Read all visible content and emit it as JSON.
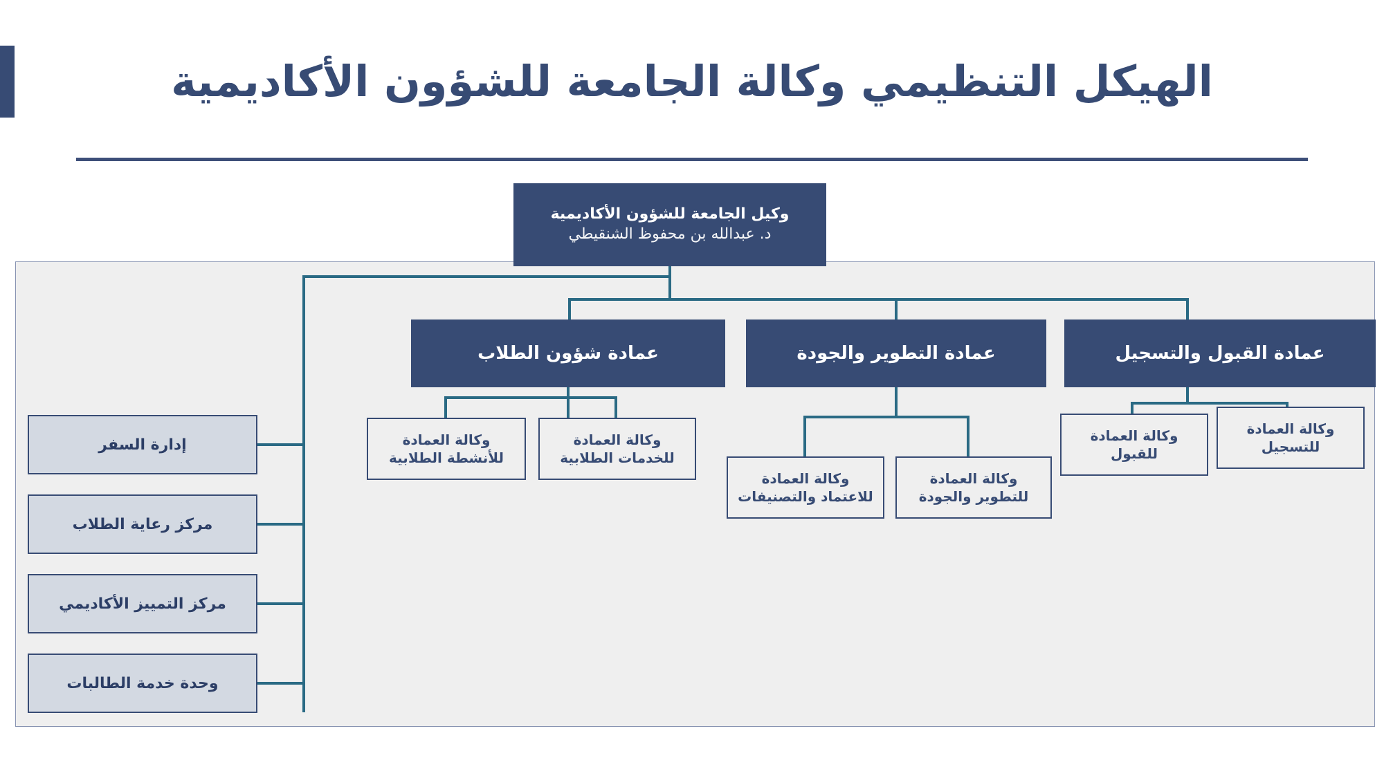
{
  "header": {
    "title": "الهيكل التنظيمي وكالة الجامعة للشؤون الأكاديمية",
    "accent_color": "#374B74",
    "rule_color": "#3D4F79"
  },
  "colors": {
    "dark_navy": "#374B74",
    "light_grey_box": "#D3D9E2",
    "panel_bg": "#EFEFEF",
    "connector_teal": "#2A6A84",
    "text_navy": "#2C3E66"
  },
  "chart_data": {
    "type": "diagram",
    "title": "الهيكل التنظيمي وكالة الجامعة للشؤون الأكاديمية",
    "root": {
      "title": "وكيل الجامعة للشؤون الأكاديمية",
      "person": "د. عبدالله بن محفوظ الشنقيطي"
    },
    "deanships": [
      {
        "label": "عمادة شؤون الطلاب",
        "children": [
          "وكالة العمادة للأنشطة الطلابية",
          "وكالة العمادة للخدمات الطلابية"
        ]
      },
      {
        "label": "عمادة التطوير والجودة",
        "children": [
          "وكالة العمادة للاعتماد والتصنيفات",
          "وكالة العمادة للتطوير والجودة"
        ]
      },
      {
        "label": "عمادة القبول والتسجيل",
        "children": [
          "وكالة العمادة للقبول",
          "وكالة العمادة للتسجيل"
        ]
      }
    ],
    "direct_units": [
      "إدارة السفر",
      "مركز رعاية الطلاب",
      "مركز التمييز الأكاديمي",
      "وحدة خدمة الطالبات"
    ]
  },
  "org": {
    "root_title": "وكيل الجامعة للشؤون الأكاديمية",
    "root_person": "د. عبدالله بن محفوظ الشنقيطي",
    "dean_students": "عمادة شؤون الطلاب",
    "dean_quality": "عمادة التطوير والجودة",
    "dean_admission": "عمادة القبول والتسجيل",
    "sub_activities": "وكالة العمادة للأنشطة الطلابية",
    "sub_services": "وكالة العمادة للخدمات الطلابية",
    "sub_accredit": "وكالة العمادة للاعتماد والتصنيفات",
    "sub_devquality": "وكالة العمادة للتطوير والجودة",
    "sub_admit": "وكالة العمادة للقبول",
    "sub_register": "وكالة العمادة للتسجيل",
    "unit_travel": "إدارة السفر",
    "unit_student_care": "مركز رعاية الطلاب",
    "unit_academic_excellence": "مركز التمييز الأكاديمي",
    "unit_female_services": "وحدة خدمة الطالبات"
  }
}
